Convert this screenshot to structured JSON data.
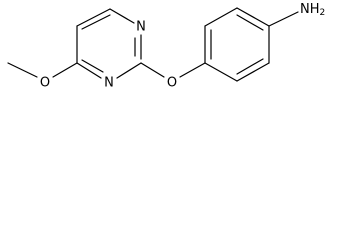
{
  "molecule": {
    "atoms": {
      "n_top": "N",
      "n_bottom": "N",
      "o_methoxy": "O",
      "o_ether": "O",
      "nh2_n": "N",
      "nh2_h": "H",
      "nh2_sub": "2"
    },
    "colors": {
      "stroke": "#000000",
      "text": "#000000",
      "background": "#ffffff"
    }
  }
}
